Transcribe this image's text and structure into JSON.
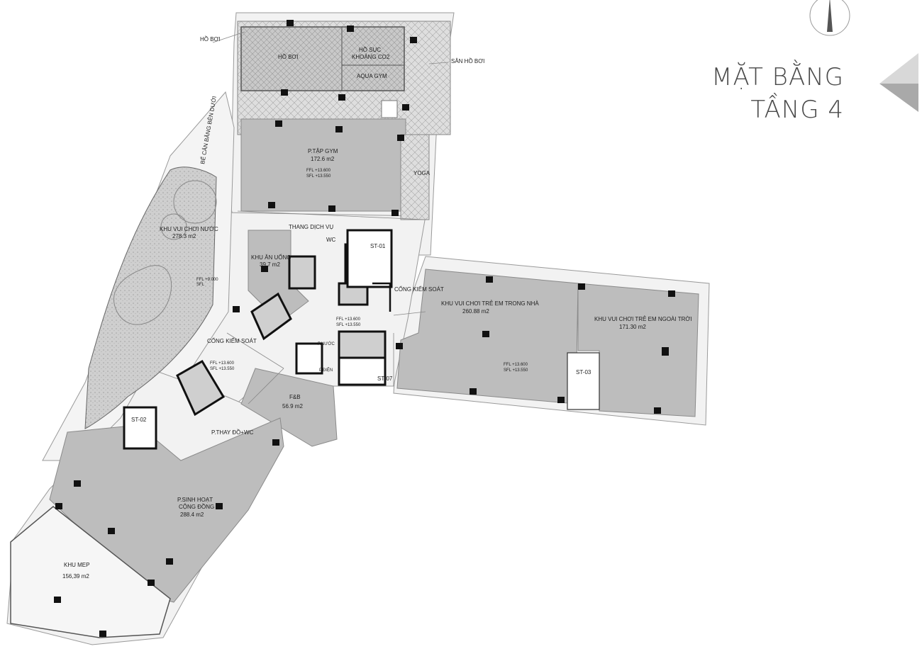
{
  "title": {
    "line1": "MẶT BẰNG",
    "line2": "TẦNG 4"
  },
  "labels": {
    "ho_boi_tag": "HỒ BƠI",
    "ho_boi": "HỒ BƠI",
    "ho_suc_1": "HỒ SỤC",
    "ho_suc_2": "KHOÁNG CO2",
    "aqua_gym": "AQUA GYM",
    "san_ho_boi": "SÂN HỒ BƠI",
    "be_can_bang": "BỂ CÂN BẰNG BÊN DƯỚI",
    "gym_name": "P.TẬP GYM",
    "gym_area": "172.6 m2",
    "yoga": "YOGA",
    "water_play_name": "KHU VUI CHƠI NƯỚC",
    "water_play_area": "278.3 m2",
    "thang_dich_vu": "THANG DỊCH VỤ",
    "wc": "WC",
    "dining_name": "KHU ĂN UỐNG",
    "dining_area": "39.7 m2",
    "st01": "ST-01",
    "cong_kiem_soat_1": "CỔNG KIỂM SOÁT",
    "indoor_kids_name": "KHU VUI CHƠI TRẺ EM TRONG NHÀ",
    "indoor_kids_area": "260.88 m2",
    "outdoor_kids_name": "KHU VUI CHƠI TRẺ EM NGOÀI TRỜI",
    "outdoor_kids_area": "171.30 m2",
    "st03": "ST-03",
    "st07": "ST-07",
    "cong_kiem_soat_2": "CỔNG KIỂM SOÁT",
    "p_nuoc": "P.NƯỚC",
    "p_dien": "P.ĐIỆN",
    "fb_name": "F&B",
    "fb_area": "56.9 m2",
    "st02": "ST-02",
    "thay_do": "P.THAY ĐỒ+WC",
    "community_name_1": "P.SINH HOẠT",
    "community_name_2": "CỘNG ĐỒNG",
    "community_area": "288.4 m2",
    "mep_name": "KHU MEP",
    "mep_area": "156,39 m2",
    "ffl_gym_1": "FFL  +13.600",
    "ffl_gym_2": "SFL  +13.550",
    "ffl_water_1": "FFL  +9.000",
    "ffl_water_2": "SFL",
    "ffl_lobby_1": "FFL  +13.600",
    "ffl_lobby_2": "SFL  +13.550",
    "ffl_kids_1": "FFL  +13.600",
    "ffl_kids_2": "SFL  +13.550",
    "ffl_west_1": "FFL  +13.600",
    "ffl_west_2": "SFL  +13.550"
  },
  "colors": {
    "room_fill": "#bdbdbd",
    "slab_fill": "#f2f2f2",
    "wall": "#111111",
    "title": "#4a4a4a"
  },
  "icons": {
    "north_arrow": "north-arrow-icon",
    "triangle": "triangle-emblem-icon"
  }
}
